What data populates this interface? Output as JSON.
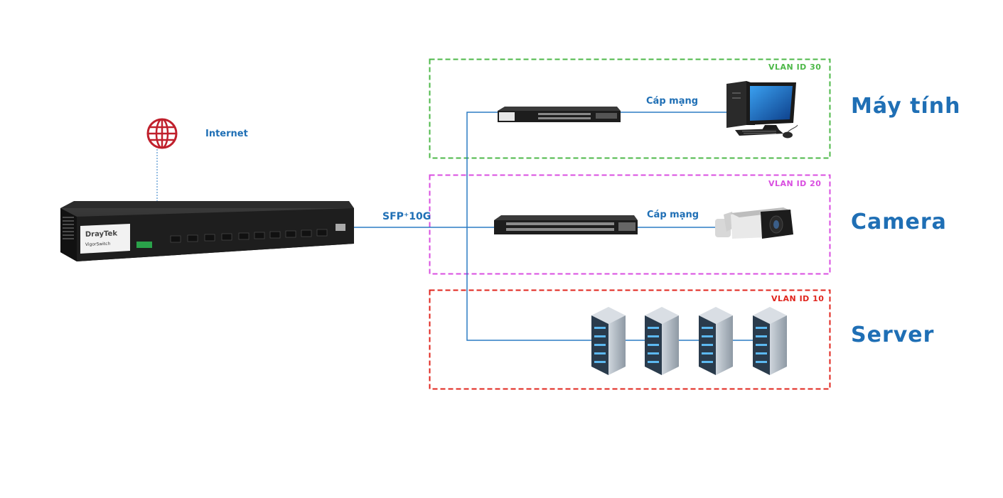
{
  "internet": {
    "label": "Internet",
    "icon": "globe-icon"
  },
  "core_switch": {
    "brand": "DrayTek",
    "model": "VigorSwitch",
    "link_label": "SFP⁺10G"
  },
  "vlans": [
    {
      "id_label": "VLAN ID 30",
      "color": "#4db848",
      "group_label": "Máy tính",
      "cable_label": "Cáp mạng",
      "device": "desktop-computer"
    },
    {
      "id_label": "VLAN ID 20",
      "color": "#d94ee0",
      "group_label": "Camera",
      "cable_label": "Cáp mạng",
      "device": "bullet-camera"
    },
    {
      "id_label": "VLAN ID 10",
      "color": "#e0241c",
      "group_label": "Server",
      "device": "server-rack"
    }
  ],
  "colors": {
    "text_blue": "#1f6fb5",
    "line_blue": "#2b7bc4",
    "globe_red": "#c0202c"
  }
}
